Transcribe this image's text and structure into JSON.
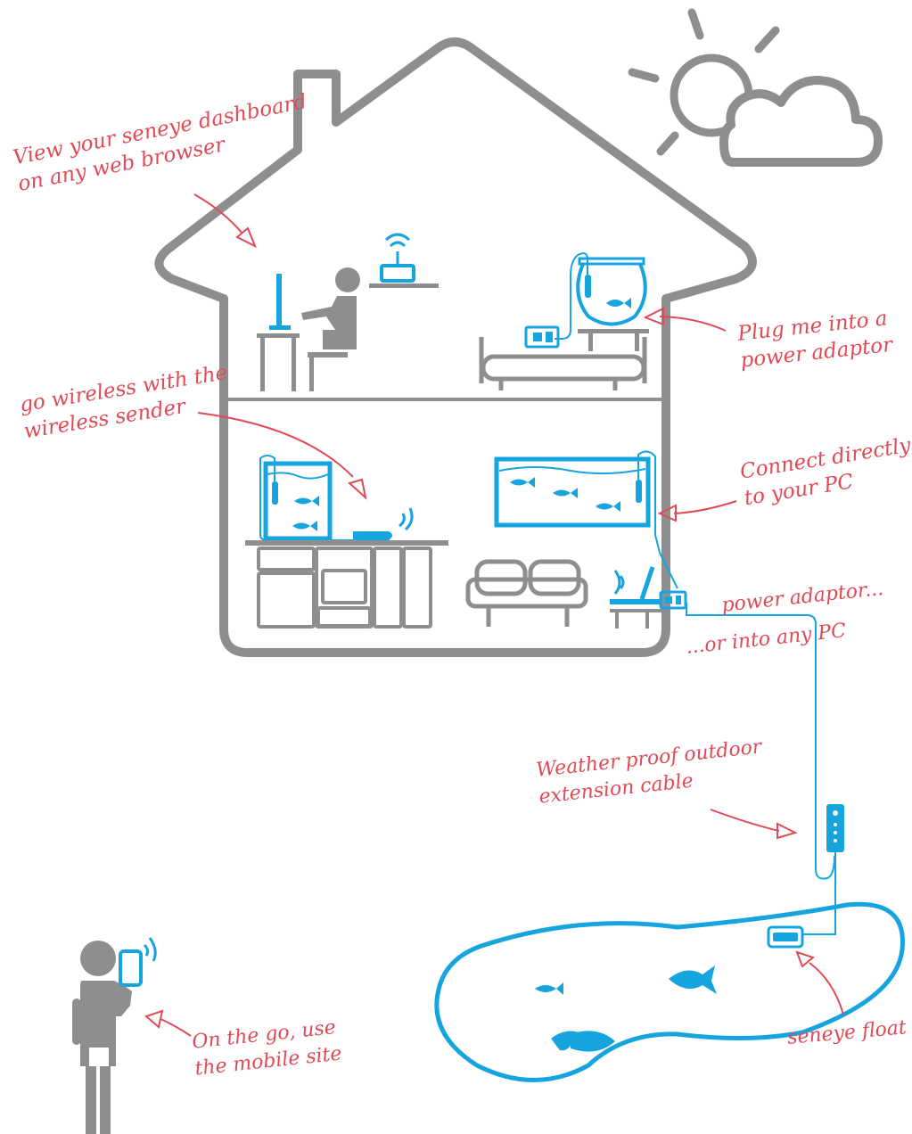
{
  "colors": {
    "house": "#8d8e90",
    "accent": "#16a4df",
    "annotation": "#e04a55",
    "background": "#ffffff"
  },
  "labels": {
    "dashboard": [
      "View your seneye dashboard",
      "on any web browser"
    ],
    "plug_adaptor": [
      "Plug me into a",
      "power adaptor"
    ],
    "wireless": [
      "go wireless with the",
      "wireless sender"
    ],
    "connect_pc": [
      "Connect directly",
      "to your PC"
    ],
    "power_adaptor": "power adaptor...",
    "any_pc": "...or into any PC",
    "extension": [
      "Weather proof outdoor",
      "extension cable"
    ],
    "float": "seneye float",
    "mobile": [
      "On the go, use",
      "the mobile site"
    ]
  },
  "icons": [
    "house-icon",
    "sun-icon",
    "cloud-icon",
    "wifi-router-icon",
    "person-at-desk-icon",
    "monitor-icon",
    "fish-bowl-icon",
    "bed-icon",
    "power-socket-icon",
    "aquarium-icon",
    "kitchen-icon",
    "wireless-sender-icon",
    "sofa-icon",
    "laptop-icon",
    "extension-cable-icon",
    "pond-icon",
    "seneye-float-icon",
    "person-with-phone-icon",
    "fish-icon"
  ]
}
